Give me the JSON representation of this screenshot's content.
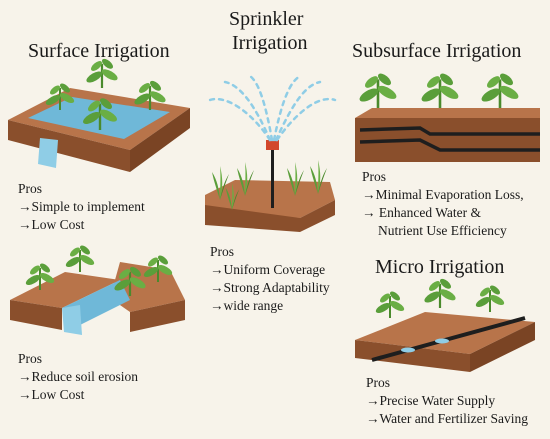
{
  "panels": {
    "surface": {
      "title": "Surface Irrigation",
      "pros_label": "Pros",
      "pros": [
        "→Simple to implement",
        "→Low Cost"
      ]
    },
    "sprinkler": {
      "title_line1": "Sprinkler",
      "title_line2": "Irrigation",
      "pros_label": "Pros",
      "pros": [
        "→Uniform Coverage",
        "→Strong Adaptability",
        "→wide range"
      ]
    },
    "subsurface": {
      "title": "Subsurface Irrigation",
      "pros_label": "Pros",
      "pros": [
        "→Minimal Evaporation Loss,",
        "→ Enhanced Water &",
        "Nutrient Use Efficiency"
      ]
    },
    "furrow": {
      "pros_label": "Pros",
      "pros": [
        "→Reduce soil erosion",
        "→Low Cost"
      ]
    },
    "micro": {
      "title": "Micro Irrigation",
      "pros_label": "Pros",
      "pros": [
        "→Precise Water Supply",
        "→Water and Fertilizer Saving"
      ]
    }
  },
  "colors": {
    "soil_top": "#b8744a",
    "soil_side": "#8a4f2c",
    "water": "#6fb8d8",
    "plant": "#5a9e3a",
    "pipe": "#1e1e1e",
    "sprinkler_head": "#d2472c"
  }
}
